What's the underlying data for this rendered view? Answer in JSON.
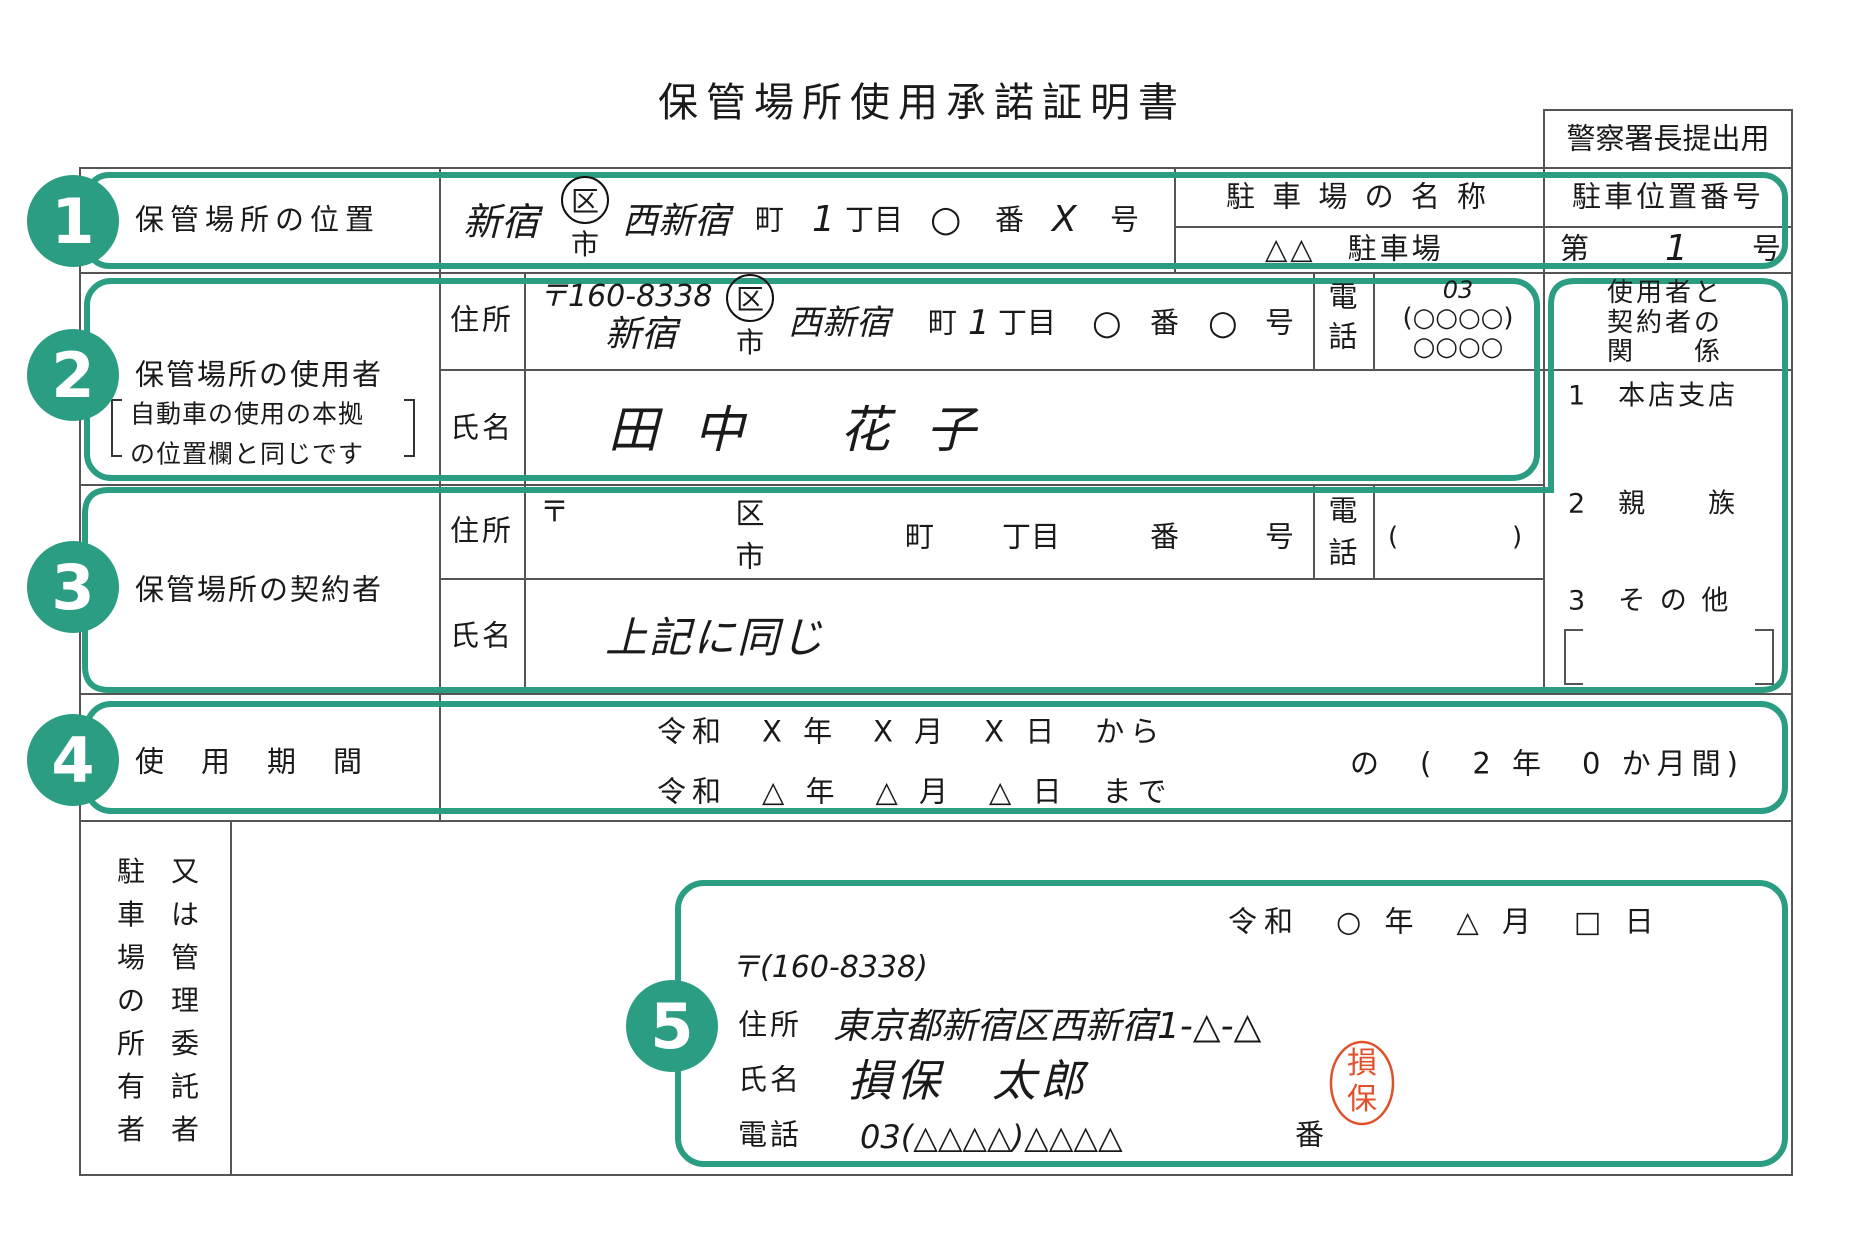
{
  "title": "保管場所使用承諾証明書",
  "police_box": "警察署長提出用",
  "accent_color": "#2a9d82",
  "badges": [
    "1",
    "2",
    "3",
    "4",
    "5"
  ],
  "row1": {
    "label": "保管場所の位置",
    "city": "新宿",
    "ku": "区",
    "shi": "市",
    "town": "西新宿",
    "cho": "町",
    "chome_no": "1",
    "chome": "丁目",
    "ban_no": "○",
    "ban": "番",
    "go_no": "X",
    "go": "号",
    "parking_name_label": "駐 車 場 の 名 称",
    "parking_name": "△△　駐車場",
    "space_no_label": "駐車位置番号",
    "space_prefix": "第",
    "space_no": "1",
    "space_suffix": "号"
  },
  "row2": {
    "label": "保管場所の使用者",
    "note_line1": "自動車の使用の本拠",
    "note_line2": "の位置欄と同じです",
    "address_label": "住所",
    "postal": "〒160-8338",
    "city": "新宿",
    "ku": "区",
    "shi": "市",
    "town": "西新宿",
    "cho": "町",
    "chome_no": "1",
    "chome": "丁目",
    "ban_no": "○",
    "ban": "番",
    "go_no": "○",
    "go": "号",
    "phone_label_1": "電",
    "phone_label_2": "話",
    "phone_area": "03",
    "phone_mid": "(○○○○)",
    "phone_last": "○○○○",
    "name_label": "氏名",
    "name": "田 中　 花 子"
  },
  "relation": {
    "header_1": "使用者と",
    "header_2": "契約者の",
    "header_3": "関　　係",
    "items": [
      "1　本店支店",
      "2　親　　族",
      "3　そ の 他"
    ]
  },
  "row3": {
    "label": "保管場所の契約者",
    "address_label": "住所",
    "postal": "〒",
    "ku": "区",
    "shi": "市",
    "cho": "町",
    "chome": "丁目",
    "ban": "番",
    "go": "号",
    "phone_label_1": "電",
    "phone_label_2": "話",
    "paren_open": "(",
    "paren_close": ")",
    "name_label": "氏名",
    "name": "上記に同じ"
  },
  "row4": {
    "label": "使　用　期　間",
    "from": "令和　X 年　X 月　X 日　から",
    "to": "令和　△ 年　△ 月　△ 日　まで",
    "duration": "の　(　2 年　0 か月間)"
  },
  "row5": {
    "owner_col1": [
      "駐",
      "車",
      "場",
      "の",
      "所",
      "有",
      "者"
    ],
    "owner_col2": [
      "又",
      "は",
      "管",
      "理",
      "委",
      "託",
      "者"
    ],
    "date": "令和　○ 年　△ 月　□ 日",
    "postal": "〒(160-8338)",
    "address_label": "住所",
    "address": "東京都新宿区西新宿1-△-△",
    "name_label": "氏名",
    "name": "損保　太郎",
    "seal": "損保",
    "phone_label": "電話",
    "phone": "03(△△△△)△△△△",
    "phone_suffix": "番"
  }
}
